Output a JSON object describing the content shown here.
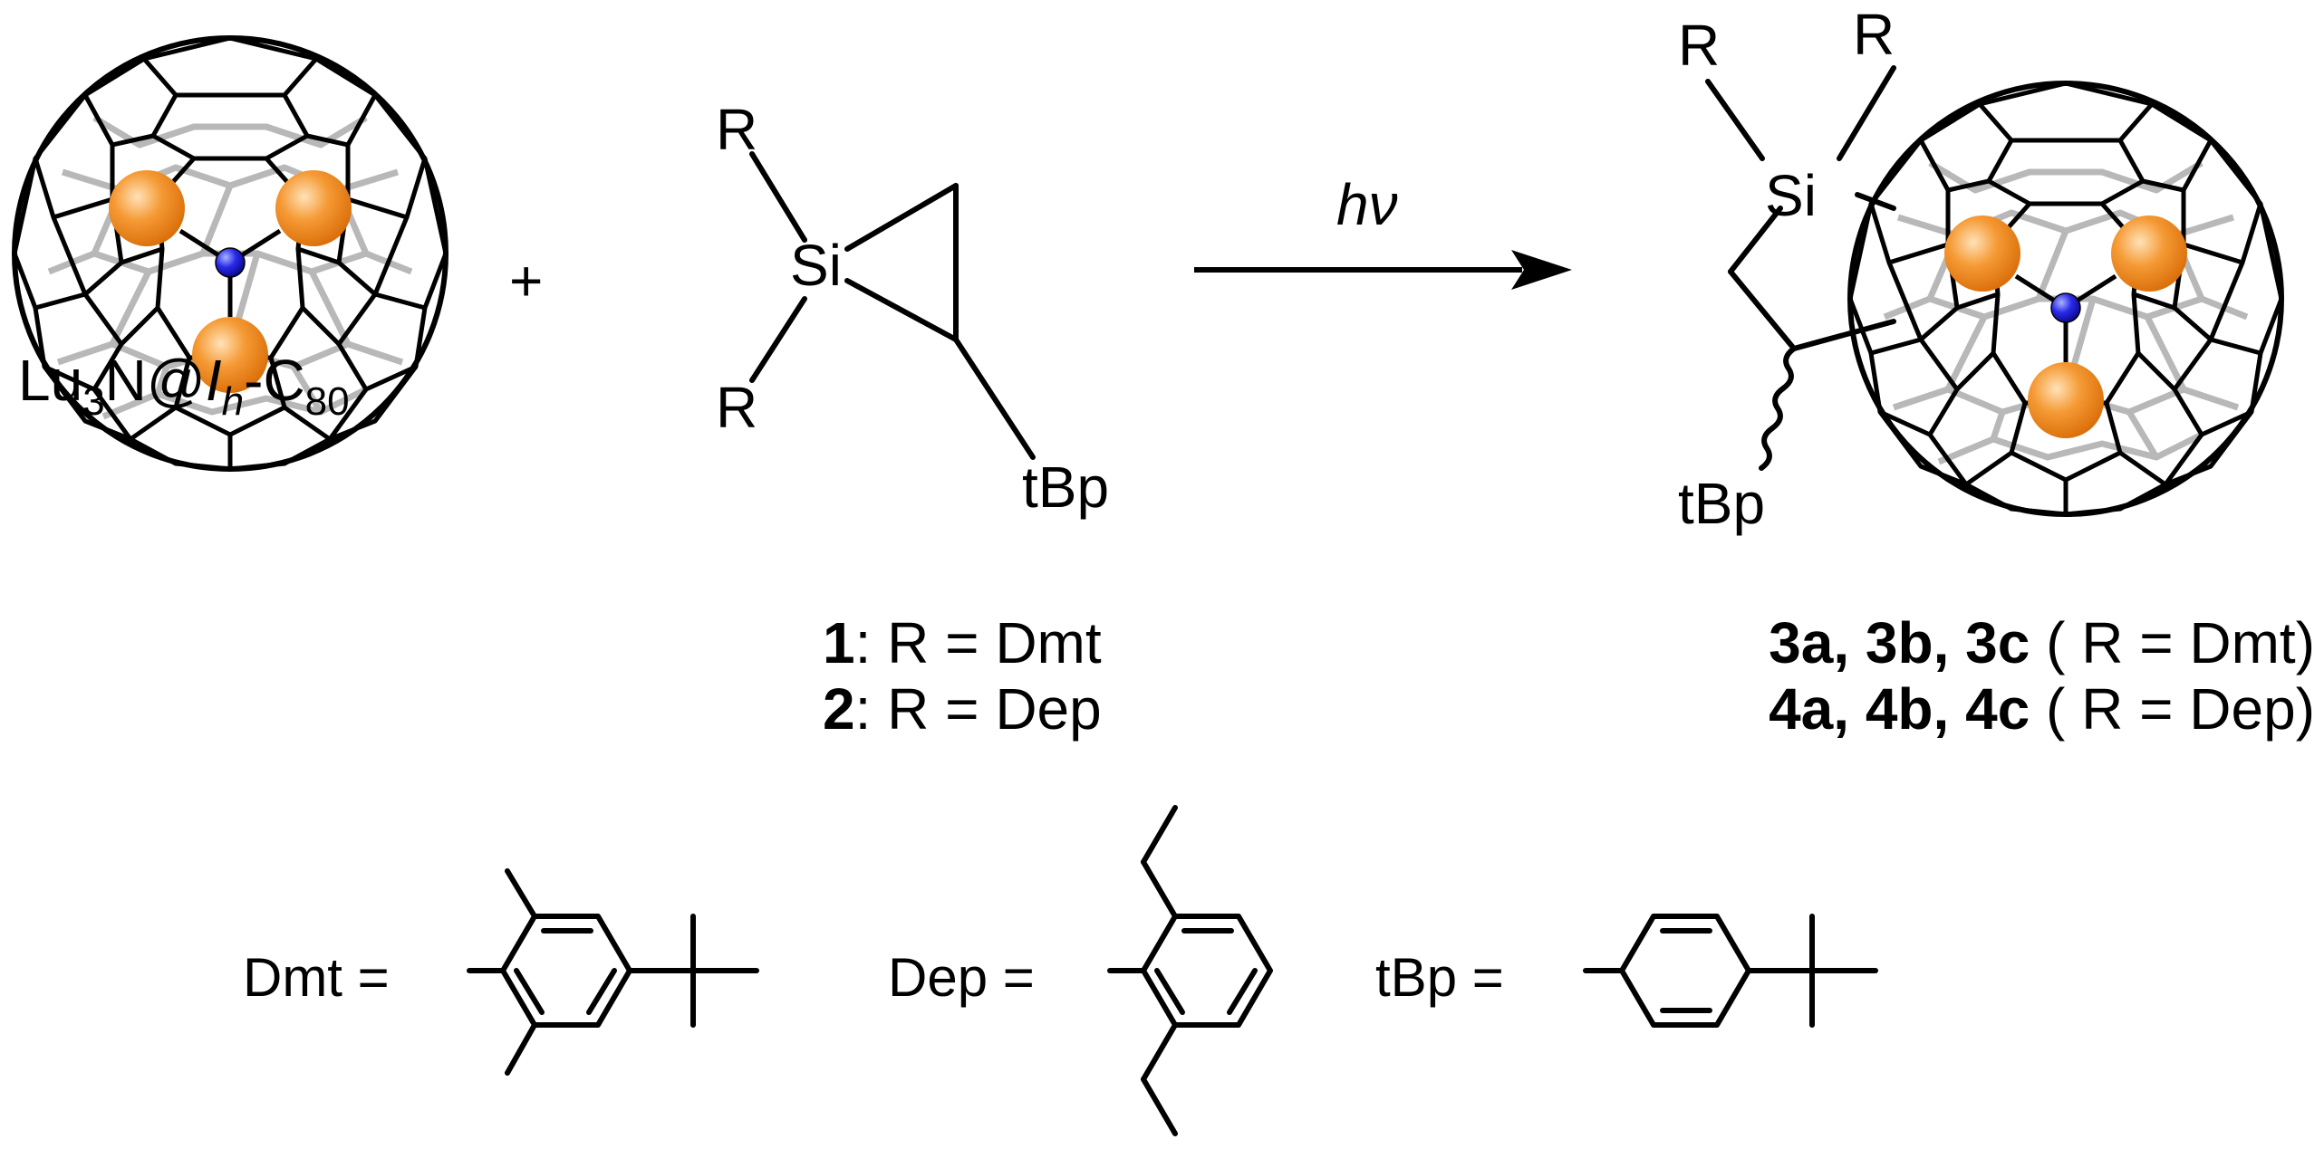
{
  "reactant_fullerene": {
    "label_prefix": "Lu",
    "label_sub3": "3",
    "label_mid": "N@",
    "label_italic_I": "I",
    "label_sub_h": "h",
    "label_c": "-C",
    "label_sub80": "80"
  },
  "plus_sign": "+",
  "silirane": {
    "r_top": "R",
    "r_bottom": "R",
    "si": "Si",
    "tbp": "tBp",
    "caption_line1_num": "1",
    "caption_line1_text": ": R = Dmt",
    "caption_line2_num": "2",
    "caption_line2_text": ": R = Dep"
  },
  "arrow": {
    "label": "hν"
  },
  "product": {
    "r_left": "R",
    "r_right": "R",
    "si": "Si",
    "tbp": "tBp",
    "caption_line1_bold": "3a, 3b, 3c",
    "caption_line1_text": " ( R = Dmt)",
    "caption_line2_bold": "4a, 4b, 4c",
    "caption_line2_text": " ( R = Dep)"
  },
  "definitions": {
    "dmt_label": "Dmt =",
    "dep_label": "Dep =",
    "tbp_label": "tBp ="
  },
  "colors": {
    "lu_sphere": "#f08a1e",
    "nitrogen": "#1a1adc",
    "cage_back": "#b8b8b8",
    "line": "#000000"
  }
}
